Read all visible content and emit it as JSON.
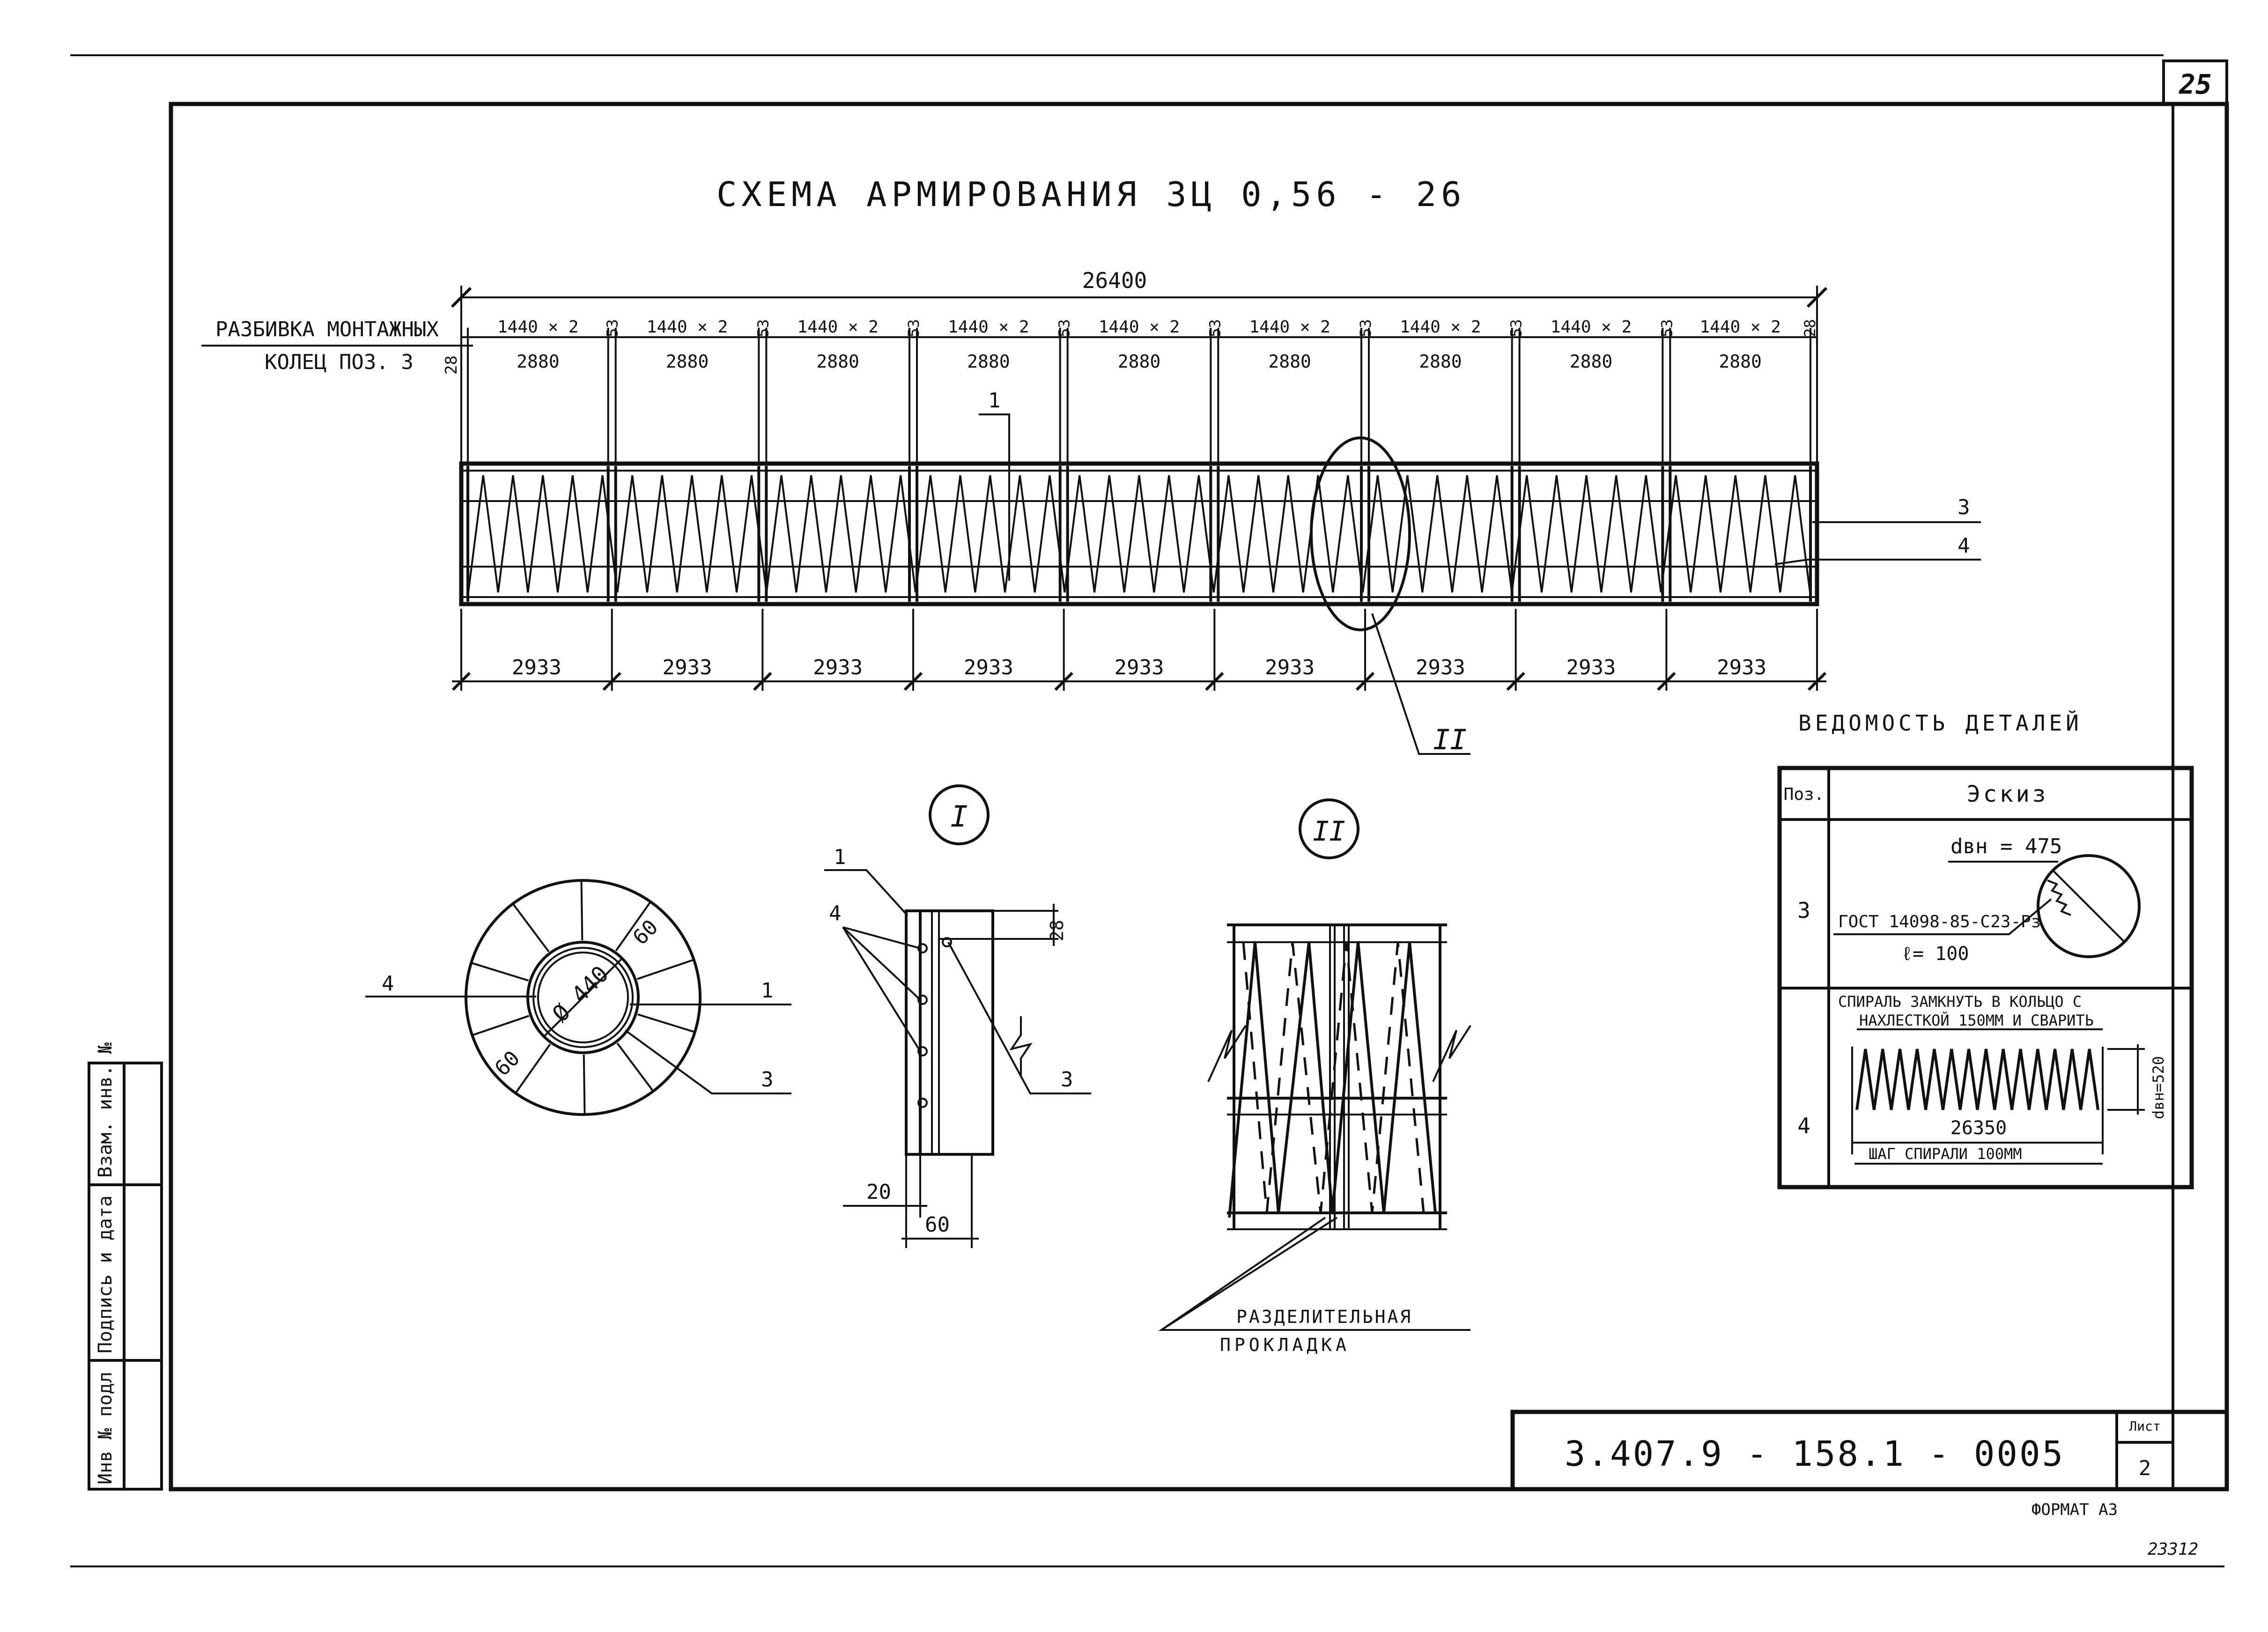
{
  "page_number": "25",
  "title": "СХЕМА АРМИРОВАНИЯ ЗЦ 0,56 - 26",
  "overall_length": "26400",
  "rings": {
    "label_line1": "РАЗБИВКА МОНТАЖНЫХ",
    "label_line2": "КОЛЕЦ ПОЗ. 3",
    "end_gap": "28",
    "gap": "53",
    "module_top": "1440 × 2",
    "module_bottom": "2880",
    "count": 9
  },
  "segments": {
    "label": "2933",
    "count": 9
  },
  "callouts": {
    "rebar_1": "1",
    "pos_3": "3",
    "pos_4": "4",
    "detail_II_marker": "II"
  },
  "section_I": {
    "marker": "I",
    "diameter": "Ø 440",
    "dim_60_a": "60",
    "dim_60_b": "60",
    "pos_4": "4",
    "pos_1": "1",
    "pos_3": "3"
  },
  "detail_I": {
    "pos_1": "1",
    "pos_4": "4",
    "pos_3": "3",
    "dim_28": "28",
    "dim_20": "20",
    "dim_60": "60"
  },
  "detail_II": {
    "marker": "II",
    "note_line1": "РАЗДЕЛИТЕЛЬНАЯ",
    "note_line2": "ПРОКЛАДКА"
  },
  "schedule": {
    "title": "ВЕДОМОСТЬ ДЕТАЛЕЙ",
    "col_pos": "Поз.",
    "col_sketch": "Эскиз",
    "row3": {
      "pos": "3",
      "dia": "dвн = 475",
      "gost": "ГОСТ 14098-85-С23-Рз",
      "overlap": "ℓ= 100"
    },
    "row4": {
      "pos": "4",
      "note_line1": "СПИРАЛЬ ЗАМКНУТЬ В КОЛЬЦО С",
      "note_line2": "НАХЛЕСТКОЙ 150ММ И СВАРИТЬ",
      "dim_dia": "dвн=520",
      "length": "26350",
      "pitch": "ШАГ СПИРАЛИ 100ММ"
    }
  },
  "side_stamp": {
    "field1": "Инв № подл",
    "field2": "Подпись и дата",
    "field3": "Взам. инв. №"
  },
  "title_block": {
    "code": "3.407.9 - 158.1 - 0005",
    "sheet_label": "Лист",
    "sheet_number": "2"
  },
  "format": "ФОРМАТ А3",
  "archive_number": "23312"
}
